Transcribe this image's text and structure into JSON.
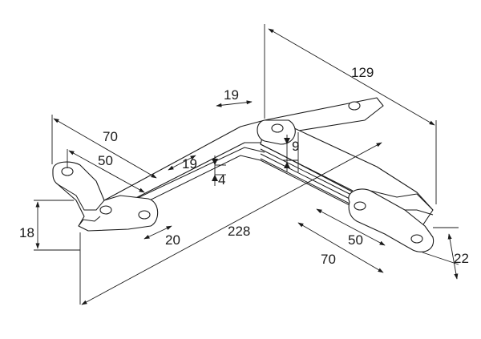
{
  "dimensions": {
    "overall_height": "129",
    "pivot_offset_top": "19",
    "left_arm_outer": "70",
    "left_arm_inner": "50",
    "pivot_offset_mid": "19",
    "plate_thickness": "4",
    "stack_height": "9",
    "left_foot_height": "18",
    "left_foot_width": "20",
    "total_length": "228",
    "right_arm_inner": "50",
    "right_arm_outer": "70",
    "right_foot_height": "22"
  },
  "colors": {
    "line": "#1a1a1a",
    "background": "#ffffff"
  }
}
